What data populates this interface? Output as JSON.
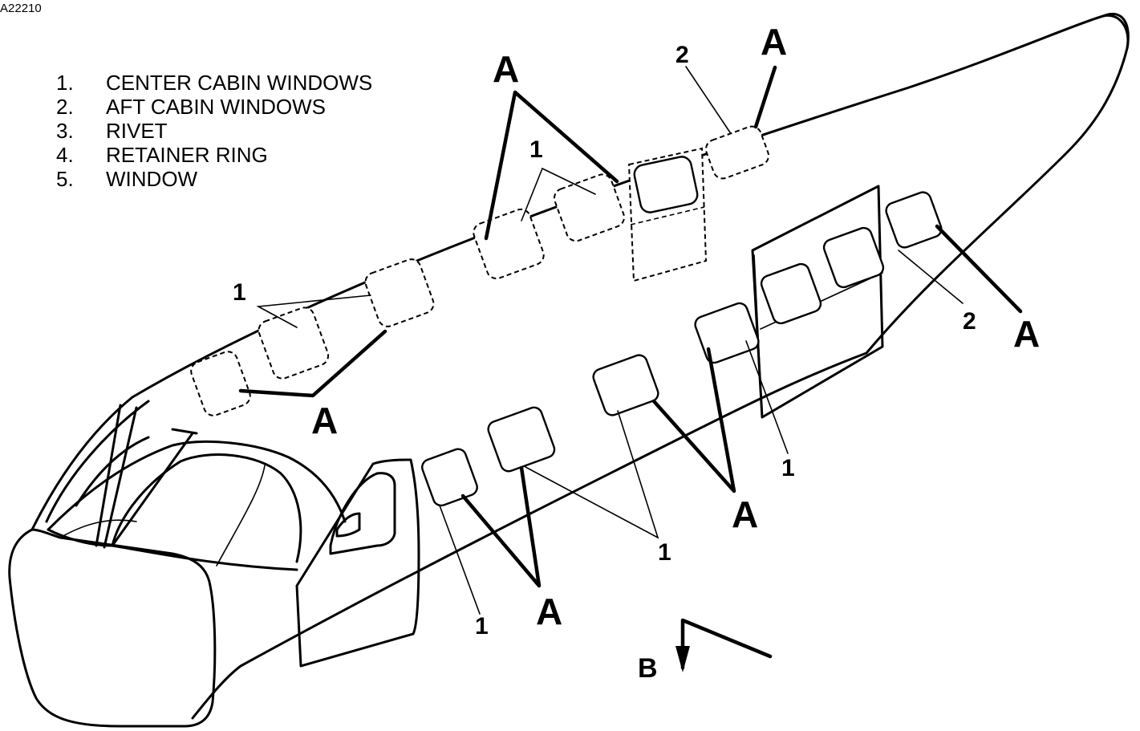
{
  "figure_id": "A22210",
  "legend": [
    {
      "num": "1.",
      "text": "CENTER CABIN WINDOWS"
    },
    {
      "num": "2.",
      "text": "AFT CABIN WINDOWS"
    },
    {
      "num": "3.",
      "text": "RIVET"
    },
    {
      "num": "4.",
      "text": "RETAINER RING"
    },
    {
      "num": "5.",
      "text": "WINDOW"
    }
  ],
  "callouts": {
    "detail": "A",
    "view": "B",
    "center_window": "1",
    "aft_window": "2"
  }
}
